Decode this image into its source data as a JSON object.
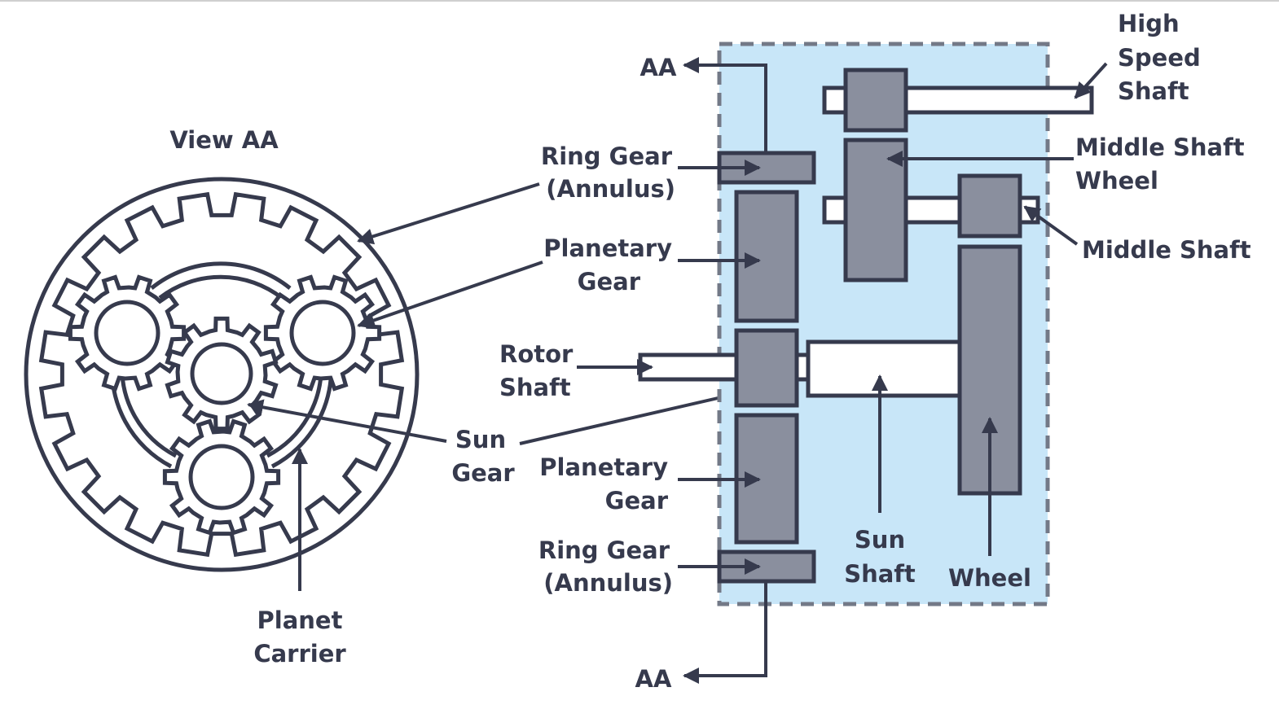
{
  "colors": {
    "ink": "#363a4d",
    "gear_fill": "#8a8f9e",
    "housing_fill": "#c8e6f8",
    "housing_border": "#737987",
    "shaft_fill": "#ffffff"
  },
  "view": {
    "title": "View AA",
    "labels": {
      "sun_gear": [
        "Sun",
        "Gear"
      ],
      "planet_carrier": [
        "Planet",
        "Carrier"
      ]
    }
  },
  "section": {
    "aa_top": "AA",
    "aa_bottom": "AA",
    "ring_gear_top": [
      "Ring Gear",
      "(Annulus)"
    ],
    "planetary_gear_top": [
      "Planetary",
      "Gear"
    ],
    "rotor_shaft": [
      "Rotor",
      "Shaft"
    ],
    "planetary_gear_bottom": [
      "Planetary",
      "Gear"
    ],
    "ring_gear_bottom": [
      "Ring Gear",
      "(Annulus)"
    ],
    "high_speed_shaft": [
      "High",
      "Speed",
      "Shaft"
    ],
    "middle_shaft_wheel": [
      "Middle Shaft",
      "Wheel"
    ],
    "middle_shaft": "Middle Shaft",
    "sun_shaft": [
      "Sun",
      "Shaft"
    ],
    "wheel": "Wheel"
  }
}
